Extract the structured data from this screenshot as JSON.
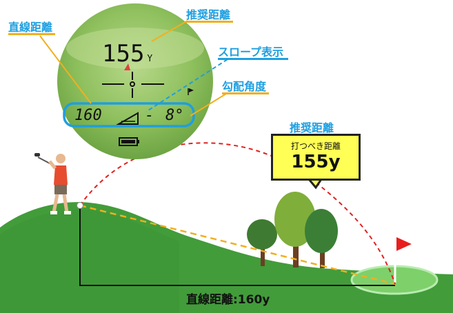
{
  "labels": {
    "straight_distance": "直線距離",
    "recommended_distance_top": "推奨距離",
    "slope_display": "スロープ表示",
    "gradient_angle": "勾配角度",
    "recommended_distance_right": "推奨距離"
  },
  "scope": {
    "distance_value": "155",
    "distance_unit": "Y",
    "straight_value": "160",
    "slope_separator": "-",
    "angle_value": "8°"
  },
  "bubble": {
    "caption": "打つべき距離",
    "value": "155y"
  },
  "bottom": {
    "label": "直線距離:160y"
  },
  "colors": {
    "label_blue": "#1e9fe0",
    "underline_yellow": "#f0b020",
    "trajectory_red": "#e02020",
    "sightline_yellow": "#f0b020",
    "grass_dark": "#3f9a3a",
    "flag_red": "#e81e1e",
    "bubble_fill": "#ffff55"
  },
  "icons": [
    "golfer-icon",
    "tree-icon",
    "flag-icon",
    "battery-icon",
    "slope-icon",
    "ball-icon"
  ]
}
